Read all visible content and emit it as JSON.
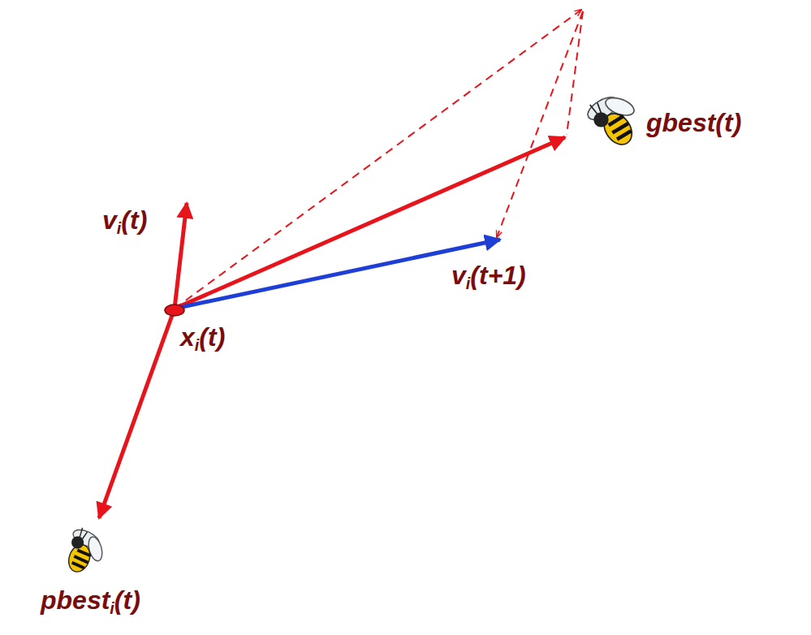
{
  "diagram": {
    "labels": [
      "vi(t)",
      "gbest(t)",
      "vi(t+1)",
      "xi(t)",
      "pbesti(t)"
    ]
  }
}
